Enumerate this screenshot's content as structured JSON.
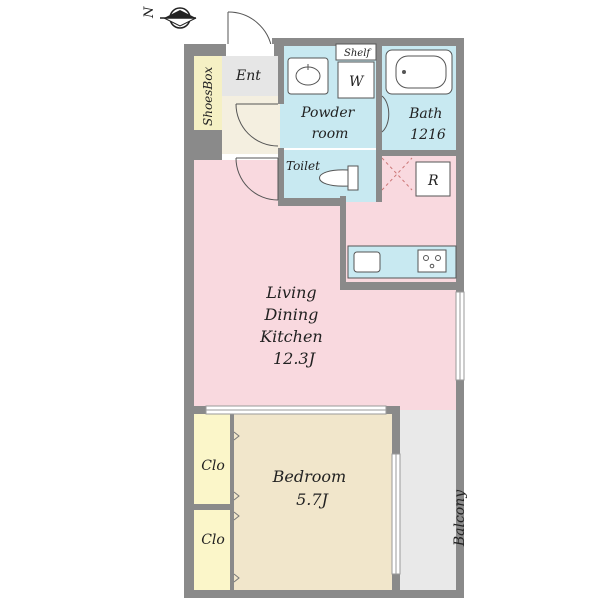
{
  "compass": {
    "north_label": "N"
  },
  "rooms": {
    "entrance": "Ent",
    "shoes_box": "ShoesBox",
    "shelf": "Shelf",
    "washer": "W",
    "powder_room": [
      "Powder",
      "room"
    ],
    "bath": [
      "Bath",
      "1216"
    ],
    "toilet": "Toilet",
    "refrigerator": "R",
    "ldk": [
      "Living",
      "Dining",
      "Kitchen",
      "12.3J"
    ],
    "closet_upper": "Clo",
    "closet_lower": "Clo",
    "bedroom": [
      "Bedroom",
      "5.7J"
    ],
    "balcony": "Balcony"
  },
  "colors": {
    "ldk": "#f9d9df",
    "wet_area": "#c8e9f1",
    "bedroom": "#f1e6cb",
    "closet": "#fbf6c9",
    "entrance": "#e6e6e6",
    "shoes_box": "#f5f0c4",
    "balcony": "#e9e9e9",
    "wall": "#8a8a8a"
  }
}
